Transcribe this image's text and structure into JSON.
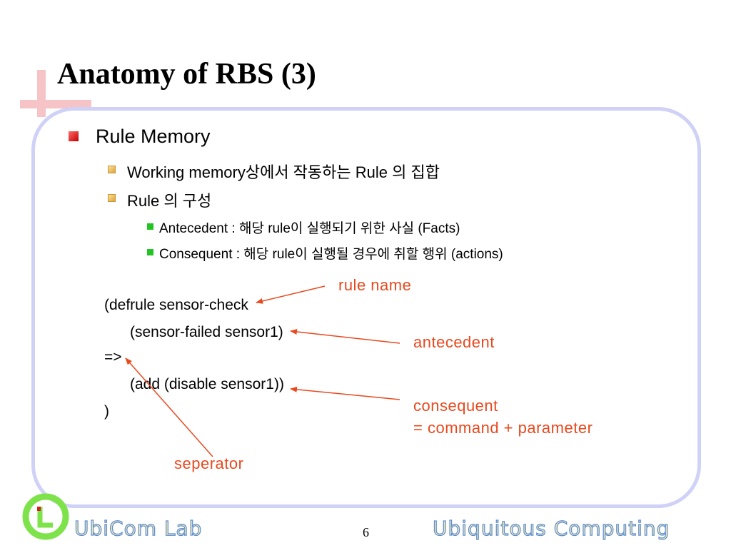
{
  "slide": {
    "title": "Anatomy of RBS (3)",
    "bullet_l1": "Rule Memory",
    "bullets_l2": [
      "Working memory상에서 작동하는 Rule 의 집합",
      "Rule 의 구성"
    ],
    "bullets_l3": [
      "Antecedent : 해당 rule이 실행되기 위한 사실 (Facts)",
      "Consequent : 해당 rule이 실행될 경우에 취할 행위 (actions)"
    ],
    "code_lines": [
      "(defrule sensor-check",
      "(sensor-failed sensor1)",
      "=>",
      "(add (disable sensor1))",
      ")"
    ],
    "annotations": {
      "rule_name": "rule name",
      "antecedent": "antecedent",
      "consequent_line1": "consequent",
      "consequent_line2": "= command + parameter",
      "separator": "seperator"
    },
    "colors": {
      "annotation": "#e8491e",
      "panel_border": "#cfd1f7",
      "cross": "#f6c3c6"
    }
  },
  "footer": {
    "left_label": "UbiCom Lab",
    "right_label": "Ubiquitous Computing",
    "page_number": "6",
    "logo_icon": "ubicom-logo-icon"
  }
}
